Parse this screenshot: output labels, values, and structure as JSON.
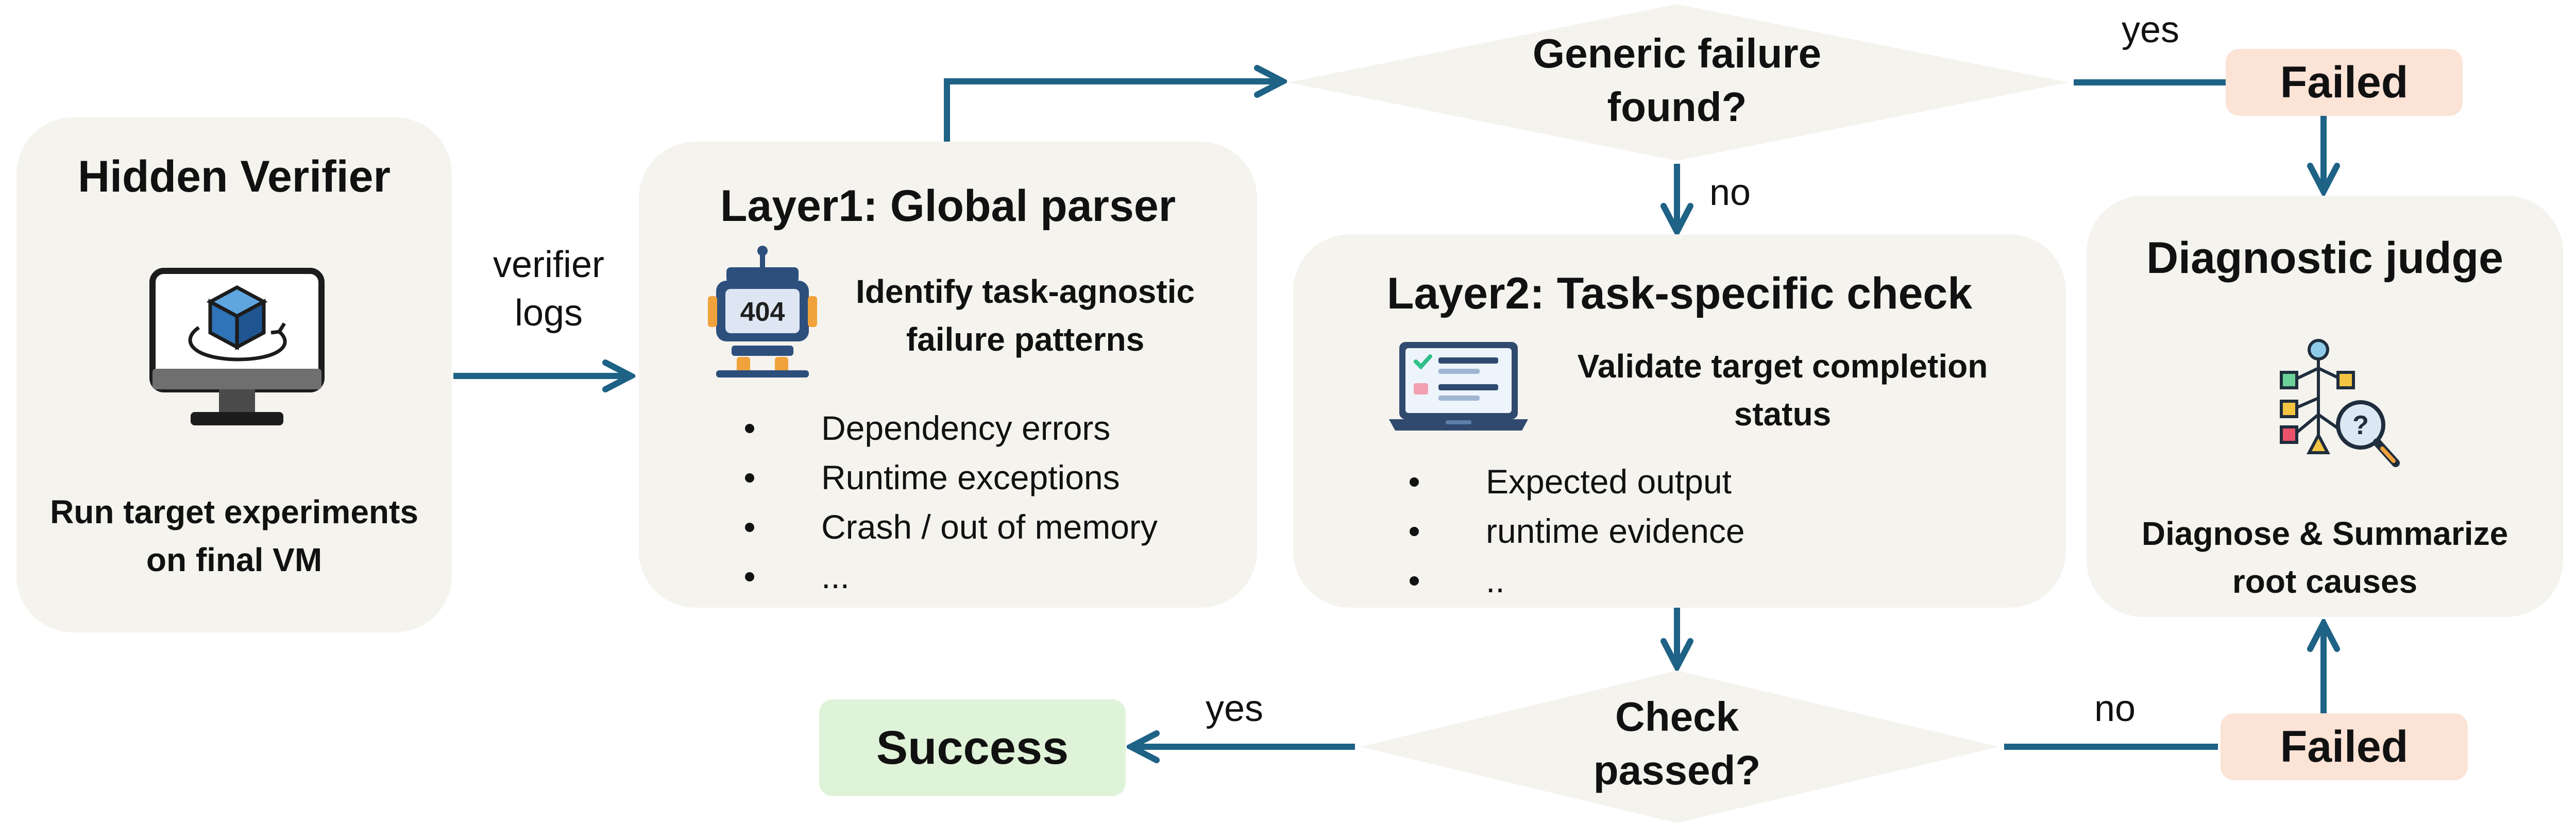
{
  "hidden_verifier": {
    "title": "Hidden Verifier",
    "desc_line1": "Run target experiments",
    "desc_line2": "on final VM"
  },
  "edges": {
    "verifier_logs_line1": "verifier",
    "verifier_logs_line2": "logs",
    "generic_yes": "yes",
    "generic_no": "no",
    "check_yes": "yes",
    "check_no": "no"
  },
  "layer1": {
    "title": "Layer1: Global parser",
    "badge": "404",
    "desc_line1": "Identify task-agnostic",
    "desc_line2": "failure patterns",
    "bullets": [
      "Dependency errors",
      "Runtime exceptions",
      "Crash / out of memory",
      "..."
    ]
  },
  "generic_check": {
    "line1": "Generic failure",
    "line2": "found?"
  },
  "layer2": {
    "title": "Layer2: Task-specific check",
    "desc_line1": "Validate target completion",
    "desc_line2": "status",
    "bullets": [
      "Expected output",
      "runtime evidence",
      ".."
    ]
  },
  "check_passed": {
    "line1": "Check",
    "line2": "passed?"
  },
  "terminals": {
    "failed_top": "Failed",
    "failed_bottom": "Failed",
    "success": "Success"
  },
  "diagnostic_judge": {
    "title": "Diagnostic judge",
    "desc_line1": "Diagnose & Summarize",
    "desc_line2": "root causes"
  },
  "colors": {
    "arrow": "#1e6286",
    "box_fill": "#f5f3ee",
    "failed_fill": "#fbe3d6",
    "success_fill": "#dff3d8"
  },
  "icons": {
    "hidden_verifier": "monitor-cube-icon",
    "layer1": "robot-404-icon",
    "layer2": "laptop-checklist-icon",
    "diagnostic_judge": "decision-tree-magnifier-icon"
  }
}
